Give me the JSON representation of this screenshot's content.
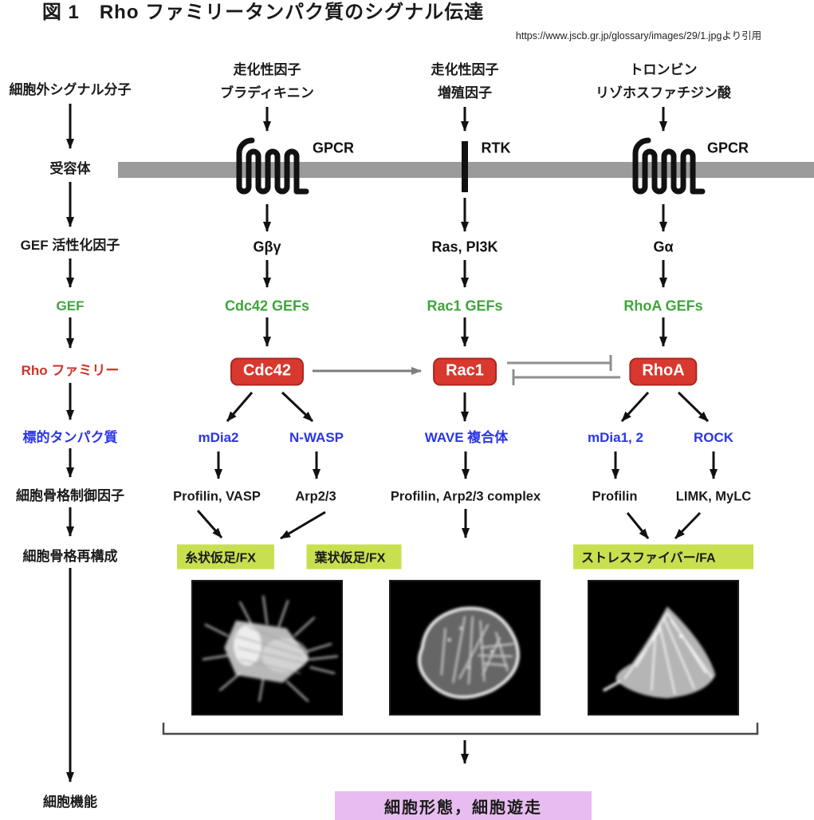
{
  "title": "図 1　Rho ファミリータンパク質のシグナル伝達",
  "source_note": "https://www.jscb.gr.jp/glossary/images/29/1.jpgより引用",
  "left_axis": {
    "extracellular_signal": "細胞外シグナル分子",
    "receptor": "受容体",
    "gef_activator": "GEF 活性化因子",
    "gef": "GEF",
    "rho_family": "Rho ファミリー",
    "target_protein": "標的タンパク質",
    "cytoskeleton_regulator": "細胞骨格制御因子",
    "cytoskeleton_reorganization": "細胞骨格再構成",
    "cell_function": "細胞機能"
  },
  "stimuli": {
    "col1_line1": "走化性因子",
    "col1_line2": "ブラディキニン",
    "col2_line1": "走化性因子",
    "col2_line2": "増殖因子",
    "col3_line1": "トロンビン",
    "col3_line2": "リゾホスファチジン酸"
  },
  "receptors": {
    "col1": "GPCR",
    "col2": "RTK",
    "col3": "GPCR"
  },
  "transducers": {
    "col1": "Gβγ",
    "col2": "Ras, PI3K",
    "col3": "Gα"
  },
  "gefs": {
    "col1": "Cdc42 GEFs",
    "col2": "Rac1 GEFs",
    "col3": "RhoA GEFs"
  },
  "gtpases": {
    "col1": "Cdc42",
    "col2": "Rac1",
    "col3": "RhoA"
  },
  "targets": {
    "t1": "mDia2",
    "t2": "N-WASP",
    "t3": "WAVE 複合体",
    "t4": "mDia1, 2",
    "t5": "ROCK"
  },
  "regulators": {
    "r1": "Profilin, VASP",
    "r2": "Arp2/3",
    "r3": "Profilin, Arp2/3 complex",
    "r4": "Profilin",
    "r5": "LIMK, MyLC"
  },
  "outcomes": {
    "o1": "糸状仮足/FX",
    "o2": "葉状仮足/FX",
    "o3": "ストレスファイバー/FA"
  },
  "final_outcome": "細胞形態，細胞遊走",
  "colors": {
    "green_text": "#3fa43c",
    "red_text": "#cf3227",
    "blue_text": "#2a35e8",
    "gtpase_box_bg": "#d8382e",
    "gtpase_box_border": "#aa271e",
    "membrane_gray": "#9b9b9b",
    "outcome_box_bg": "#c8e04f",
    "final_box_bg": "#e9bcf1"
  }
}
